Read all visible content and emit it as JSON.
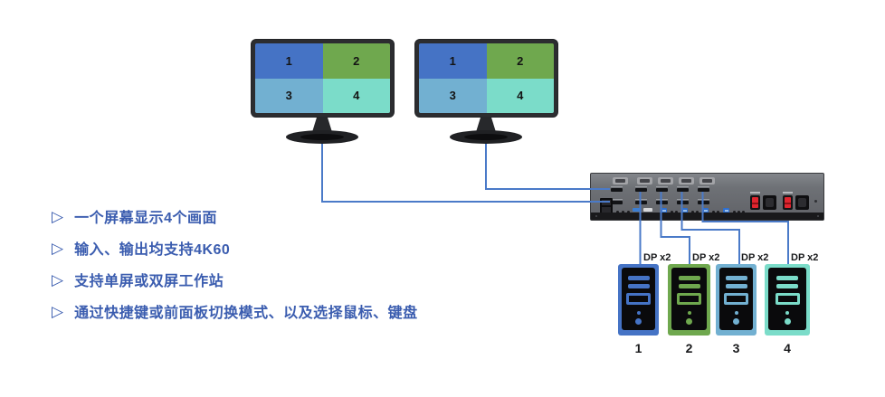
{
  "page": {
    "background": "#ffffff"
  },
  "features": {
    "text_color": "#3a5caf",
    "bullet_glyph": "▷",
    "items": [
      "一个屏幕显示4个画面",
      "输入、输出均支持4K60",
      "支持单屏或双屏工作站",
      "通过快捷键或前面板切换模式、以及选择鼠标、键盘"
    ]
  },
  "monitors": [
    {
      "id": "left",
      "quadrants": [
        {
          "label": "1",
          "color": "#4573c5"
        },
        {
          "label": "2",
          "color": "#6fa84e"
        },
        {
          "label": "3",
          "color": "#72b0d1"
        },
        {
          "label": "4",
          "color": "#7bdcc9"
        }
      ]
    },
    {
      "id": "right",
      "quadrants": [
        {
          "label": "1",
          "color": "#4573c5"
        },
        {
          "label": "2",
          "color": "#6fa84e"
        },
        {
          "label": "3",
          "color": "#72b0d1"
        },
        {
          "label": "4",
          "color": "#7bdcc9"
        }
      ]
    }
  ],
  "kvm_switch": {
    "body_color": "#6e7176",
    "power_switch_color": "#e0252f",
    "usb_port_color": "#3b7fd4",
    "video_port_columns": 5
  },
  "computers": [
    {
      "number": "1",
      "port_label": "DP x2",
      "color": "#4573c5"
    },
    {
      "number": "2",
      "port_label": "DP x2",
      "color": "#6fa84e"
    },
    {
      "number": "3",
      "port_label": "DP x2",
      "color": "#72b0d1"
    },
    {
      "number": "4",
      "port_label": "DP x2",
      "color": "#7bdcc9"
    }
  ],
  "cables": {
    "color": "#4a7ac8"
  }
}
